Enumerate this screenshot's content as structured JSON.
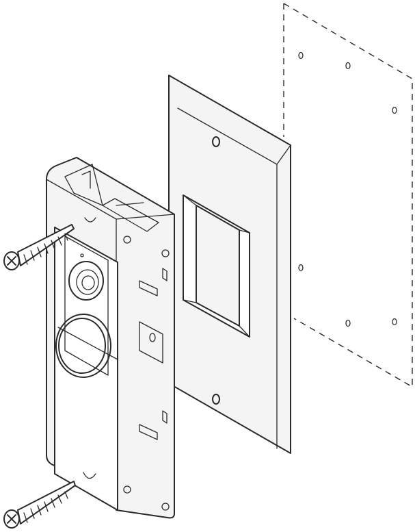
{
  "illustration": {
    "subject": "doorbell-mounting-exploded-view",
    "colors": {
      "line": "#2a2a2a",
      "fill": "#f4f4f4",
      "background": "#ffffff"
    },
    "parts": [
      "wall-outline",
      "wedge-plate",
      "doorbell",
      "top-screw",
      "bottom-screw"
    ]
  }
}
